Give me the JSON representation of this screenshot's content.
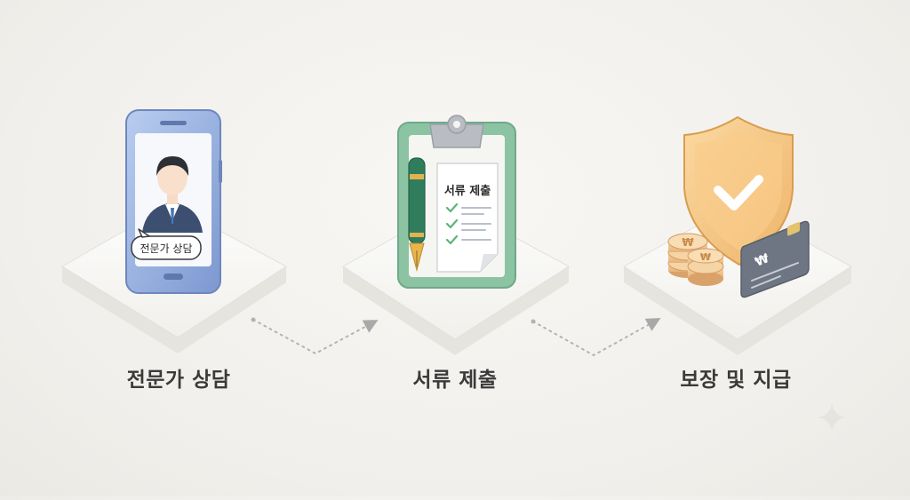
{
  "steps": [
    {
      "label": "전문가 상담",
      "icon": "phone-consultant-icon",
      "badge": "전문가 상담"
    },
    {
      "label": "서류 제출",
      "icon": "clipboard-document-icon",
      "doc_title": "서류 제출"
    },
    {
      "label": "보장 및 지급",
      "icon": "shield-coins-card-icon"
    }
  ],
  "colors": {
    "phone": "#8aa5d8",
    "clipboard": "#8cc4a3",
    "shield": "#f3c07a",
    "check": "#5fb37a",
    "arrow": "#aaaaaa"
  }
}
